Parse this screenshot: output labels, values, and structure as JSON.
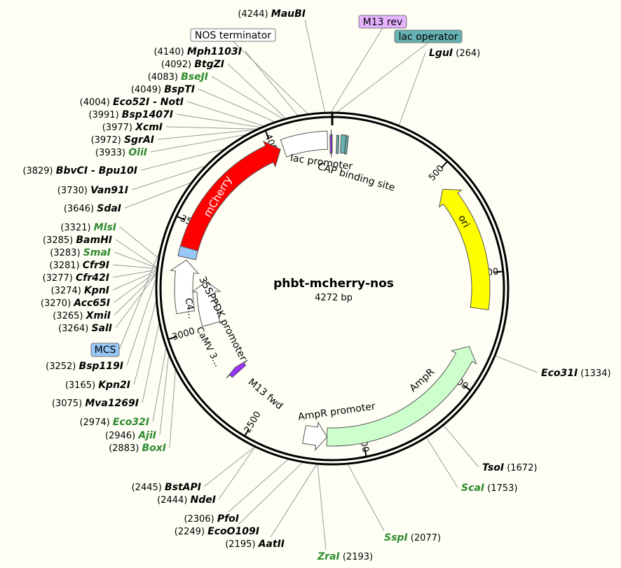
{
  "plasmid": {
    "name": "phbt-mcherry-nos",
    "size_label": "4272 bp",
    "length": 4272
  },
  "colors": {
    "background": "#fffef5",
    "enzyme_black": "#000000",
    "enzyme_green": "#2e8b2e",
    "leader": "#9a9a9a",
    "mcherry": "#ff0000",
    "ori": "#ffff00",
    "ampr": "#ccffcc",
    "m13": "#9933ff",
    "lac_operator": "#66b2b2",
    "mcs": "#99c7f5",
    "m13_rev_box": "#e5b3ff"
  },
  "ruler_ticks": [
    {
      "pos": 500,
      "label": "500"
    },
    {
      "pos": 1000,
      "label": "1000"
    },
    {
      "pos": 1500,
      "label": "1500"
    },
    {
      "pos": 2000,
      "label": "2000"
    },
    {
      "pos": 2500,
      "label": "2500"
    },
    {
      "pos": 3000,
      "label": "3000"
    },
    {
      "pos": 3500,
      "label": "3500"
    },
    {
      "pos": 4000,
      "label": "4000"
    }
  ],
  "features": [
    {
      "id": "mcherry",
      "label": "mCherry",
      "color": "#ff0000",
      "start": 3390,
      "end": 4030,
      "dir": 1
    },
    {
      "id": "ori",
      "label": "ori",
      "color": "#ffff00",
      "start": 570,
      "end": 1160,
      "dir": -1
    },
    {
      "id": "ampr",
      "label": "AmpR",
      "color": "#ccffcc",
      "start": 1340,
      "end": 2160,
      "dir": -1
    },
    {
      "id": "ampr-promoter",
      "label": "AmpR promoter",
      "color": "#ffffff",
      "start": 2160,
      "end": 2265,
      "dir": -1
    },
    {
      "id": "lac-promoter",
      "label": "lac promoter",
      "color": "#ffffff",
      "start": 4045,
      "end": 4250,
      "dir": 0
    },
    {
      "id": "camv-35s-promoter",
      "label": "CaMV 3...",
      "color": "#ffffff",
      "start": 3010,
      "end": 3242,
      "dir": 1
    },
    {
      "id": "35sppdk-promoter",
      "label": "C4...",
      "color": "#ffffff",
      "start": 3095,
      "end": 3335,
      "dir": 1
    },
    {
      "id": "mcs",
      "label": "MCS",
      "color": "#99c7f5",
      "start": 3346,
      "end": 3390,
      "dir": 0
    },
    {
      "id": "m13-fwd",
      "label": "M13 fwd",
      "color": "#9933ff",
      "start": 2710,
      "end": 2740,
      "dir": 1
    },
    {
      "id": "cap-binding-site",
      "label": "CAP binding site",
      "color": "#66b2b2",
      "start": 40,
      "end": 62,
      "dir": 0
    },
    {
      "id": "m13-rev",
      "label": "M13 rev",
      "color": "#9933ff",
      "start": 4264,
      "end": 4272,
      "dir": -1
    }
  ],
  "feature_labels": {
    "lac_promoter": "lac promoter",
    "cap_binding_site": "CAP binding site",
    "sppdk": "35SPPDK promoter",
    "camv_short": "CaMV 3...",
    "c4": "C4...",
    "m13_fwd": "M13 fwd",
    "ampr_promoter": "AmpR promoter",
    "ampr": "AmpR",
    "ori": "ori",
    "mcherry": "mCherry"
  },
  "boxed_labels": [
    {
      "id": "m13-rev",
      "text": "M13 rev",
      "fill": "#e5b3ff",
      "pos": 4266
    },
    {
      "id": "lac-operator",
      "text": "lac operator",
      "fill": "#66b2b2",
      "pos": 15
    },
    {
      "id": "nos-terminator",
      "text": "NOS terminator",
      "fill": "#ffffff",
      "pos": 4180
    },
    {
      "id": "mcs",
      "text": "MCS",
      "fill": "#99c7f5",
      "pos": 3366
    }
  ],
  "enzymes": [
    {
      "name": "MauBI",
      "pos": 4244,
      "pos_label": "(4244)",
      "color": "black"
    },
    {
      "name": "LguI",
      "pos": 264,
      "pos_label": "(264)",
      "color": "black"
    },
    {
      "name": "Mph1103I",
      "pos": 4140,
      "pos_label": "(4140)",
      "color": "black"
    },
    {
      "name": "BtgZI",
      "pos": 4092,
      "pos_label": "(4092)",
      "color": "black"
    },
    {
      "name": "BseJI",
      "pos": 4083,
      "pos_label": "(4083)",
      "color": "green"
    },
    {
      "name": "BspTI",
      "pos": 4049,
      "pos_label": "(4049)",
      "color": "black"
    },
    {
      "name": "Eco52I - NotI",
      "pos": 4004,
      "pos_label": "(4004)",
      "color": "black"
    },
    {
      "name": "Bsp1407I",
      "pos": 3991,
      "pos_label": "(3991)",
      "color": "black"
    },
    {
      "name": "XcmI",
      "pos": 3977,
      "pos_label": "(3977)",
      "color": "black"
    },
    {
      "name": "SgrAI",
      "pos": 3972,
      "pos_label": "(3972)",
      "color": "black"
    },
    {
      "name": "OliI",
      "pos": 3933,
      "pos_label": "(3933)",
      "color": "green"
    },
    {
      "name": "BbvCI - Bpu10I",
      "pos": 3829,
      "pos_label": "(3829)",
      "color": "black"
    },
    {
      "name": "Van91I",
      "pos": 3730,
      "pos_label": "(3730)",
      "color": "black"
    },
    {
      "name": "SdaI",
      "pos": 3646,
      "pos_label": "(3646)",
      "color": "black"
    },
    {
      "name": "MlsI",
      "pos": 3321,
      "pos_label": "(3321)",
      "color": "green"
    },
    {
      "name": "BamHI",
      "pos": 3285,
      "pos_label": "(3285)",
      "color": "black"
    },
    {
      "name": "SmaI",
      "pos": 3283,
      "pos_label": "(3283)",
      "color": "green"
    },
    {
      "name": "Cfr9I",
      "pos": 3281,
      "pos_label": "(3281)",
      "color": "black"
    },
    {
      "name": "Cfr42I",
      "pos": 3277,
      "pos_label": "(3277)",
      "color": "black"
    },
    {
      "name": "KpnI",
      "pos": 3274,
      "pos_label": "(3274)",
      "color": "black"
    },
    {
      "name": "Acc65I",
      "pos": 3270,
      "pos_label": "(3270)",
      "color": "black"
    },
    {
      "name": "XmiI",
      "pos": 3265,
      "pos_label": "(3265)",
      "color": "black"
    },
    {
      "name": "SalI",
      "pos": 3264,
      "pos_label": "(3264)",
      "color": "black"
    },
    {
      "name": "Bsp119I",
      "pos": 3252,
      "pos_label": "(3252)",
      "color": "black"
    },
    {
      "name": "Kpn2I",
      "pos": 3165,
      "pos_label": "(3165)",
      "color": "black"
    },
    {
      "name": "Mva1269I",
      "pos": 3075,
      "pos_label": "(3075)",
      "color": "black"
    },
    {
      "name": "Eco32I",
      "pos": 2974,
      "pos_label": "(2974)",
      "color": "green"
    },
    {
      "name": "AjiI",
      "pos": 2946,
      "pos_label": "(2946)",
      "color": "green"
    },
    {
      "name": "BoxI",
      "pos": 2883,
      "pos_label": "(2883)",
      "color": "green"
    },
    {
      "name": "BstAPI",
      "pos": 2445,
      "pos_label": "(2445)",
      "color": "black"
    },
    {
      "name": "NdeI",
      "pos": 2444,
      "pos_label": "(2444)",
      "color": "black"
    },
    {
      "name": "PfoI",
      "pos": 2306,
      "pos_label": "(2306)",
      "color": "black"
    },
    {
      "name": "EcoO109I",
      "pos": 2249,
      "pos_label": "(2249)",
      "color": "black"
    },
    {
      "name": "AatII",
      "pos": 2195,
      "pos_label": "(2195)",
      "color": "black"
    },
    {
      "name": "ZraI",
      "pos": 2193,
      "pos_label": "(2193)",
      "color": "green"
    },
    {
      "name": "SspI",
      "pos": 2077,
      "pos_label": "(2077)",
      "color": "green"
    },
    {
      "name": "ScaI",
      "pos": 1753,
      "pos_label": "(1753)",
      "color": "green"
    },
    {
      "name": "TsoI",
      "pos": 1672,
      "pos_label": "(1672)",
      "color": "black"
    },
    {
      "name": "Eco31I",
      "pos": 1334,
      "pos_label": "(1334)",
      "color": "black"
    }
  ]
}
